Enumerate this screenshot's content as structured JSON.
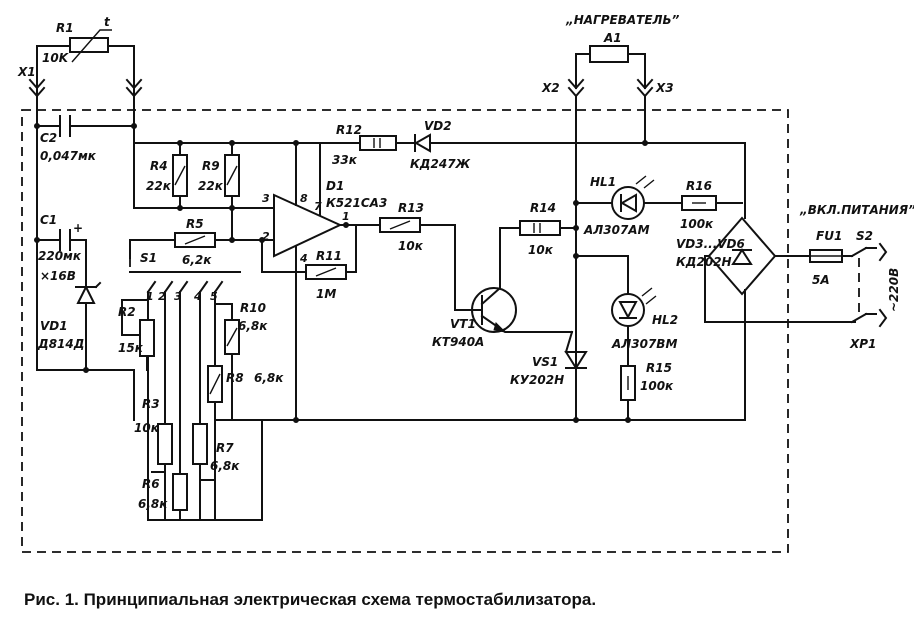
{
  "caption": "Рис. 1. Принципиальная электрическая схема термостабилизатора.",
  "labels": {
    "R1": "R1",
    "R1_val": "10K",
    "t": "t",
    "X1": "X1",
    "X2": "X2",
    "X3": "X3",
    "XP1": "XP1",
    "heater": "„НАГРЕВАТЕЛЬ”",
    "A1": "A1",
    "C2": "C2",
    "C2_val": "0,047мк",
    "C1": "C1",
    "C1_val": "220мк",
    "C1_v": "×16В",
    "plus": "+",
    "VD1": "VD1",
    "VD1_val": "Д814Д",
    "R4": "R4",
    "R4_val": "22к",
    "R9": "R9",
    "R9_val": "22к",
    "R5": "R5",
    "R5_val": "6,2к",
    "R12": "R12",
    "R12_val": "33к",
    "VD2": "VD2",
    "VD2_val": "КД247Ж",
    "D1": "D1",
    "D1_val": "К521СА3",
    "pin3": "3",
    "pin8": "8",
    "pin7": "7",
    "pin2": "2",
    "pin4": "4",
    "pin1": "1",
    "R11": "R11",
    "R11_val": "1М",
    "R13": "R13",
    "R13_val": "10к",
    "R14": "R14",
    "R14_val": "10к",
    "VT1": "VT1",
    "VT1_val": "КТ940А",
    "VS1": "VS1",
    "VS1_val": "КУ202Н",
    "HL1": "HL1",
    "HL1_val": "АЛ307АМ",
    "R16": "R16",
    "R16_val": "100к",
    "HL2": "HL2",
    "HL2_val": "АЛ307ВМ",
    "R15": "R15",
    "R15_val": "100к",
    "VD3": "VD3...VD6",
    "VD3_val": "КД202Н",
    "power_on": "„ВКЛ.ПИТАНИЯ”",
    "FU1": "FU1",
    "FU1_val": "5А",
    "S2": "S2",
    "mains": "~220В",
    "S1": "S1",
    "s1_pos": [
      "1",
      "2",
      "3",
      "4",
      "5"
    ],
    "R2": "R2",
    "R2_val": "15к",
    "R10": "R10",
    "R10_val": "6,8к",
    "R8": "R8",
    "R8_val": "6,8к",
    "R3": "R3",
    "R3_val": "10к",
    "R7": "R7",
    "R7_val": "6,8к",
    "R6": "R6",
    "R6_val": "6,8к"
  }
}
